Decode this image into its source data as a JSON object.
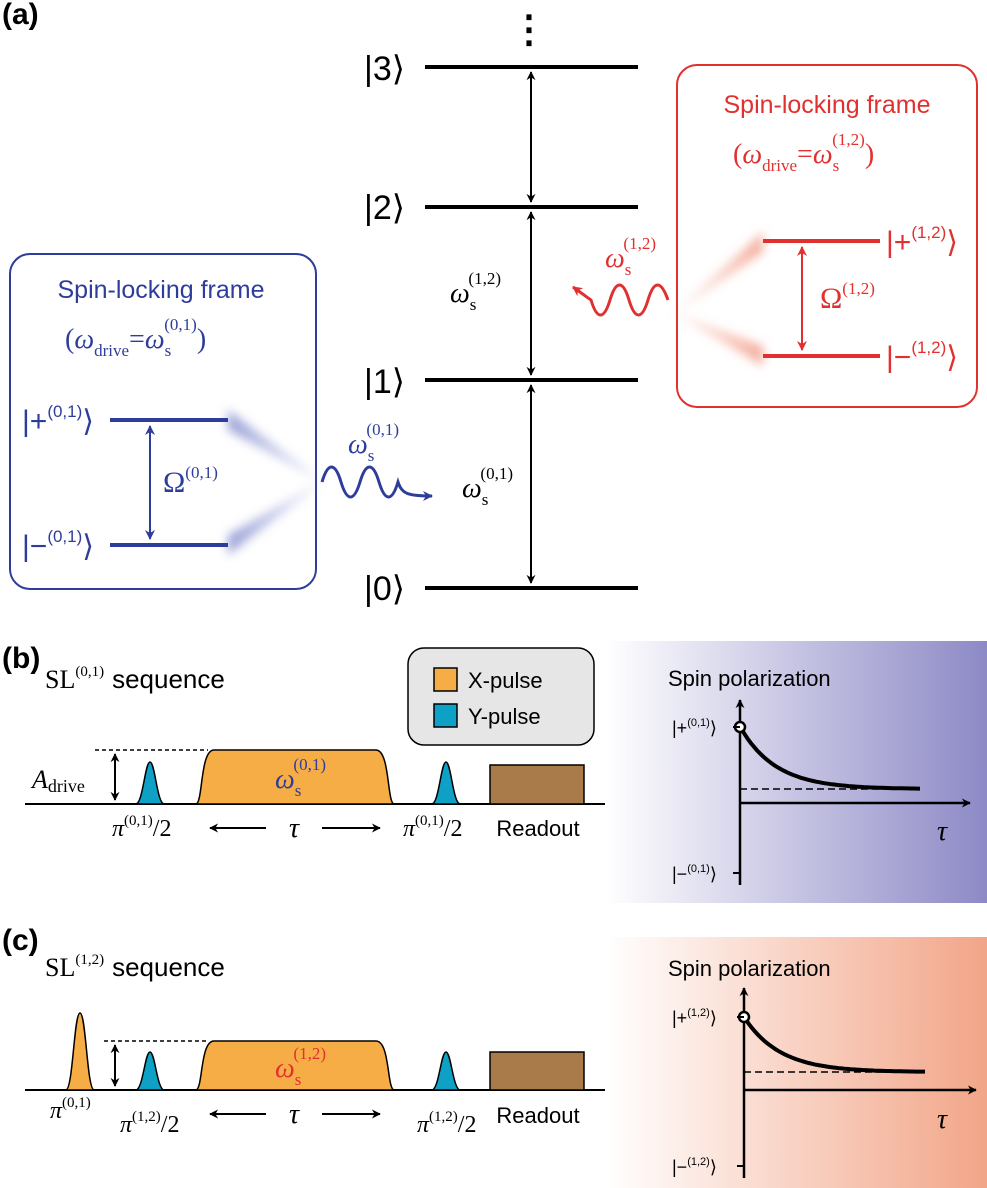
{
  "panels": {
    "a": "(a)",
    "b": "(b)",
    "c": "(c)"
  },
  "colors": {
    "blue": "#2e3d9c",
    "red": "#e0302f",
    "orange": "#f7ad45",
    "cyan": "#0fa0c6",
    "brown": "#a97b4b",
    "legend_bg": "#e6e6e6"
  },
  "ladder": {
    "dots": "⋮",
    "level3": "|3⟩",
    "level2": "|2⟩",
    "level1": "|1⟩",
    "level0": "|0⟩",
    "omega": "ω",
    "s": "s",
    "sup12": "(1,2)",
    "sup01": "(0,1)"
  },
  "red_frame": {
    "title": "Spin-locking frame",
    "open": "(",
    "omega": "ω",
    "drive": "drive",
    "eq": "=",
    "s": "s",
    "sup": "(1,2)",
    "close": ")",
    "plus": "|+",
    "minus": "|−",
    "ket": "⟩",
    "Omega": "Ω",
    "wave_omega": "ω",
    "wave_s": "s",
    "wave_sup": "(1,2)"
  },
  "blue_frame": {
    "title": "Spin-locking frame",
    "open": "(",
    "omega": "ω",
    "drive": "drive",
    "eq": "=",
    "s": "s",
    "sup": "(0,1)",
    "close": ")",
    "plus": "|+",
    "minus": "|−",
    "ket": "⟩",
    "Omega": "Ω",
    "wave_omega": "ω",
    "wave_s": "s",
    "wave_sup": "(0,1)"
  },
  "legend": {
    "x_pulse": "X-pulse",
    "y_pulse": "Y-pulse"
  },
  "seq_b": {
    "title_sl": "SL",
    "title_sup": "(0,1)",
    "title_rest": "sequence",
    "amp_A": "A",
    "amp_sub": "drive",
    "pulse_omega": "ω",
    "pulse_s": "s",
    "pulse_sup": "(0,1)",
    "pi_left": "π",
    "pi_left_sup": "(0,1)",
    "pi_left_den": "/2",
    "tau": "τ",
    "pi_right": "π",
    "pi_right_sup": "(0,1)",
    "pi_right_den": "/2",
    "readout": "Readout"
  },
  "seq_c": {
    "title_sl": "SL",
    "title_sup": "(1,2)",
    "title_rest": "sequence",
    "pi0": "π",
    "pi0_sup": "(0,1)",
    "pulse_omega": "ω",
    "pulse_s": "s",
    "pulse_sup": "(1,2)",
    "pi_left": "π",
    "pi_left_sup": "(1,2)",
    "pi_left_den": "/2",
    "tau": "τ",
    "pi_right": "π",
    "pi_right_sup": "(1,2)",
    "pi_right_den": "/2",
    "readout": "Readout"
  },
  "plot_b": {
    "title": "Spin polarization",
    "plus": "|+",
    "minus": "|−",
    "sup": "(0,1)",
    "ket": "⟩",
    "tau": "τ"
  },
  "plot_c": {
    "title": "Spin polarization",
    "plus": "|+",
    "minus": "|−",
    "sup": "(1,2)",
    "ket": "⟩",
    "tau": "τ"
  }
}
